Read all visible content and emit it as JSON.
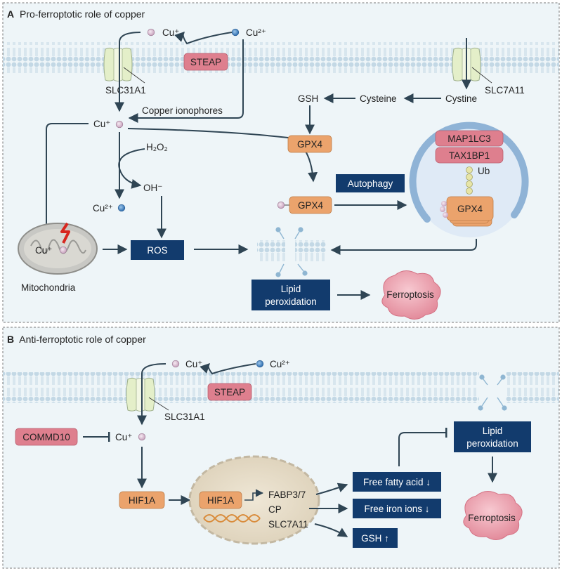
{
  "colors": {
    "panel_bg": "#EEF5F8",
    "membrane": "#C3D8E5",
    "navy_box": "#123B6D",
    "pink_box": "#DE7F8E",
    "orange_box": "#EBA36C",
    "arrow": "#2F4554",
    "cu_plus_ball": "#D9B8CF",
    "cu2_ball": "#3F83C2"
  },
  "icons": [
    "cu-ion-icon",
    "transporter-channel-icon",
    "mitochondrion-icon",
    "lipid-bilayer-icon",
    "ferroptotic-cell-icon",
    "autophagosome-icon",
    "nucleus-icon",
    "dna-helix-icon",
    "damage-bolt-icon"
  ],
  "panel_a": {
    "letter": "A",
    "title": "Pro-ferroptotic role of copper",
    "cu_plus": "Cu⁺",
    "cu_2plus": "Cu²⁺",
    "steap": "STEAP",
    "slc31a1": "SLC31A1",
    "slc7a11": "SLC7A11",
    "gsh": "GSH",
    "cysteine": "Cysteine",
    "cystine": "Cystine",
    "copper_ionophores": "Copper ionophores",
    "h2o2": "H₂O₂",
    "oh": "OH⁻",
    "gpx4": "GPX4",
    "autophagy": "Autophagy",
    "map1lc3": "MAP1LC3",
    "tax1bp1": "TAX1BP1",
    "ub": "Ub",
    "ros": "ROS",
    "mitochondria": "Mitochondria",
    "lipid_peroxidation": [
      "Lipid",
      "peroxidation"
    ],
    "ferroptosis": "Ferroptosis"
  },
  "panel_b": {
    "letter": "B",
    "title": "Anti-ferroptotic role of copper",
    "cu_plus": "Cu⁺",
    "cu_2plus": "Cu²⁺",
    "steap": "STEAP",
    "slc31a1": "SLC31A1",
    "commd10": "COMMD10",
    "hif1a": "HIF1A",
    "targets": [
      "FABP3/7",
      "CP",
      "SLC7A11"
    ],
    "free_fatty_acid": "Free fatty acid ↓",
    "free_iron_ions": "Free iron ions ↓",
    "gsh_up": "GSH ↑",
    "lipid_peroxidation": [
      "Lipid",
      "peroxidation"
    ],
    "ferroptosis": "Ferroptosis"
  }
}
